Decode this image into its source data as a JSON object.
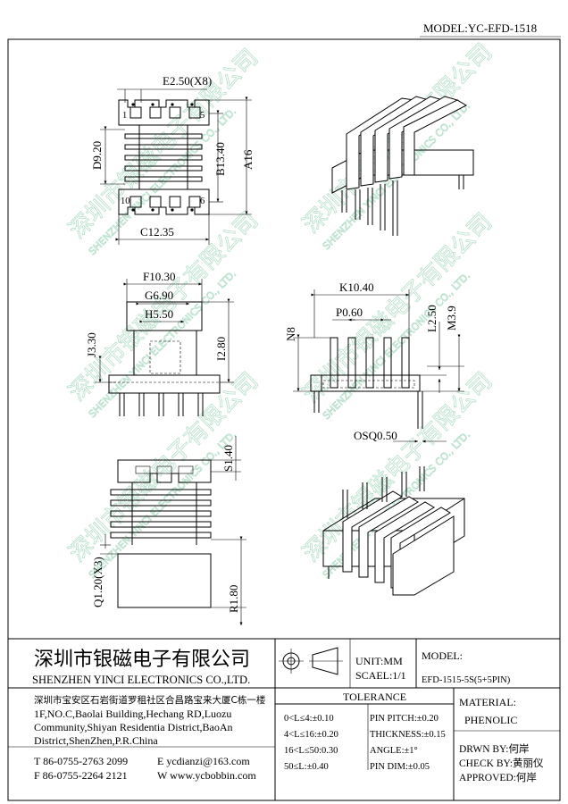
{
  "model_header": "MODEL:YC-EFD-1518",
  "dimensions": {
    "e": "E2.50(X8)",
    "d": "D9.20",
    "b": "B13.40",
    "a": "A16",
    "c": "C12.35",
    "f": "F10.30",
    "g": "G6.90",
    "h": "H5.50",
    "j": "J3.30",
    "i": "I2.80",
    "k": "K10.40",
    "n": "N8",
    "p": "P0.60",
    "l": "L2.50",
    "m": "M3.9",
    "o": "OSQ0.50",
    "s": "S1.40",
    "q": "Q1.20(X3)",
    "r": "R1.80"
  },
  "pin_labels": {
    "p1": "1",
    "p5": "5",
    "p10": "10",
    "p6": "6"
  },
  "watermark": {
    "cn": "深圳市银磁电子有限公司",
    "en": "SHENZHEN YINCI ELECTRONICS CO., LTD."
  },
  "title_block": {
    "company_cn": "深圳市银磁电子有限公司",
    "company_en": "SHENZHEN YINCI ELECTRONICS CO.,LTD.",
    "unit": "UNIT:MM",
    "scale": "SCAEL:1/1",
    "model_label": "MODEL:",
    "model_value": "EFD-1515-5S(5+5PIN)",
    "address_cn": "深圳市宝安区石岩街道罗租社区合昌路宝来大厦C栋一楼",
    "address_en_1": "1F,NO.C,Baolai Building,Hechang RD,Luozu",
    "address_en_2": "Community,Shiyan Residentia District,BaoAn",
    "address_en_3": "District,ShenZhen,P.R.China",
    "tel": "T 86-0755-2763 2099",
    "fax": "F 86-0755-2264 2121",
    "email": "E ycdianzi@163.com",
    "web": "W www.ycbobbin.com",
    "tolerance_title": "TOLERANCE",
    "tol_1": "0<L≤4:±0.10",
    "tol_2": "4<L≤16:±0.20",
    "tol_3": "16<L≤50:0.30",
    "tol_4": "50≤L:±0.40",
    "tol_5": "PIN PITCH:±0.20",
    "tol_6": "THICKNESS:±0.15",
    "tol_7": "ANGLE:±1°",
    "tol_8": "PIN DIM:±0.05",
    "material_label": "MATERIAL:",
    "material_value": "PHENOLIC",
    "drawn_by": "DRWN BY:何岸",
    "check_by": "CHECK BY:黄丽仪",
    "approved": "APPROVED:何岸"
  }
}
